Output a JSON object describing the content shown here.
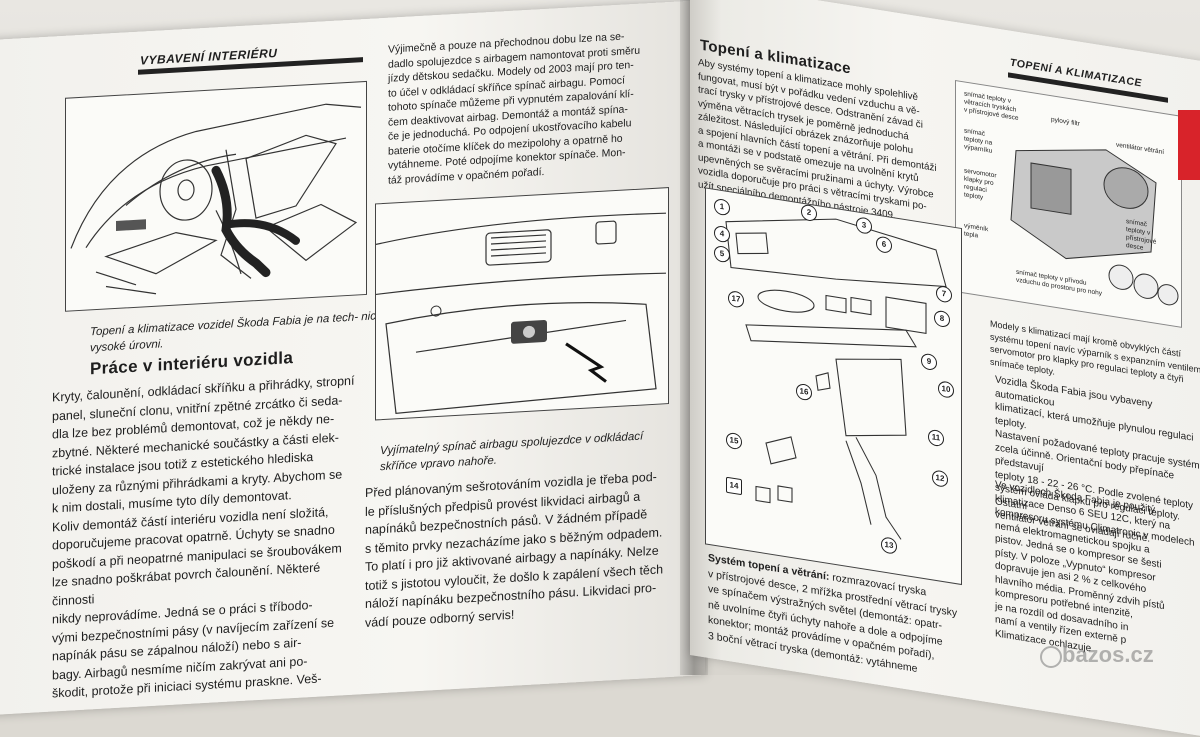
{
  "left_page": {
    "running_head": "VYBAVENÍ INTERIÉRU",
    "intro_paragraph": "Výjimečně a pouze na přechodnou dobu lze na se-\ndadlo spolujezdce s airbagem namontovat proti směru\njízdy dětskou sedačku. Modely od 2003 mají pro ten-\nto účel v odkládací skříňce spínač airbagu. Pomocí\ntohoto spínače můžeme při vypnutém zapalování klí-\nčem deaktivovat airbag. Demontáž a montáž spína-\nče je jednoduchá. Po odpojení ukostřovacího kabelu\nbaterie otočíme klíček do mezipolohy a opatrně ho\nvytáhneme. Poté odpojíme konektor spínače. Mon-\ntáž provádíme v opačném pořadí.",
    "figure1_caption": "Topení a klimatizace vozidel Škoda Fabia je na tech-\nnicky vysoké úrovni.",
    "figure2_caption": "Vyjímatelný spínač airbagu spolujezdce v odkládací\nskříňce vpravo nahoře.",
    "section_heading": "Práce v interiéru vozidla",
    "body_left": "Kryty, čalounění, odkládací skříňku a přihrádky, stropní\npanel, sluneční clonu, vnitřní zpětné zrcátko či seda-\ndla lze bez problémů demontovat, což je někdy ne-\nzbytné. Některé mechanické součástky a části elek-\ntrické instalace jsou totiž z estetického hlediska\nuloženy za různými přihrádkami a kryty. Abychom se\nk nim dostali, musíme tyto díly demontovat.\nKoliv demontáž částí interiéru vozidla není složitá,\ndoporučujeme pracovat opatrně. Úchyty se snadno\npoškodí a při neopatrné manipulaci se šroubovákem\nlze snadno poškrábat povrch čalounění. Některé činnosti\nnikdy neprovádíme. Jedná se o práci s tříbodo-\nvými bezpečnostními pásy (v navíjecím zařízení se\nnapínák pásu se zápalnou náloží) nebo s air-\nbagy. Airbagů nesmíme ničím zakrývat ani po-\nškodit, protože při iniciaci systému praskne. Veš-",
    "body_right": "Před plánovaným sešrotováním vozidla je třeba pod-\nle příslušných předpisů provést likvidaci airbagů a\nnapínáků bezpečnostních pásů. V žádném případě\ns těmito prvky nezacházíme jako s běžným odpadem.\nTo platí i pro již aktivované airbagy a napínáky. Nelze\ntotiž s jistotou vyloučit, že došlo k zapálení všech těch\nnáloží napínáku bezpečnostního pásu. Likvidaci pro-\nvádí pouze odborný servis!"
  },
  "right_page": {
    "section_title": "Topení a klimatizace",
    "running_head": "TOPENÍ A KLIMATIZACE",
    "intro": "Aby systémy topení a klimatizace mohly spolehlivě\nfungovat, musí být v pořádku vedení vzduchu a vě-\ntrací trysky v přístrojové desce. Odstranění závad či\nvýměna větracích trysek je poměrně jednoduchá\nzáležitost. Následující obrázek znázorňuje polohu\na spojení hlavních částí topení a větrání. Při demontáži\na montáži se v podstatě omezuje na uvolnění krytů\nupevněných se svěracími pružinami a úchyty. Výrobce\nvozidla doporučuje pro práci s větracími tryskami po-\nužít speciálního demontážního nástroje 3409.",
    "diagram_labels": {
      "teplota_vnitrni": "snímač teploty v\nvětracích tryskách\nv přístrojové desce",
      "pylovy_filtr": "pylový filtr",
      "ventilator_vetrani": "ventilátor větrání",
      "snimac_teploty_vyparnik": "snímač\nteploty na\nvýparníku",
      "servomotor": "servomotor\nklapky pro\nregulaci\nteploty",
      "vymenik_tepla": "výměník\ntepla",
      "snimac_pristroj": "snímač\nteploty v\npřístrojové\ndesce",
      "snimac_privod": "snímač teploty v přívodu\nvzduchu do prostoru pro nohy"
    },
    "callout_numbers": [
      "1",
      "2",
      "3",
      "4",
      "5",
      "6",
      "7",
      "8",
      "9",
      "10",
      "11",
      "12",
      "13",
      "14",
      "15",
      "16",
      "17"
    ],
    "caption_right": "Modely s klimatizací mají kromě obvyklých částí\nsystému topení navíc výparník s expanzním ventilem,\nservomotor pro klapky pro regulaci teploty a čtyři snímače teploty.",
    "col2_p1": "Vozidla Škoda Fabia jsou vybaveny automatickou\nklimatizací, která umožňuje plynulou regulaci teploty.\nNastavení požadované teploty pracuje systém\nzcela účinně. Orientační body přepínače představují\nteploty 18 - 22 - 26 °C. Podle zvolené teploty\nsystém ovládá klapku pro regulaci teploty. Ostatní\nventilátor větrání se ovládají ručně.",
    "col2_p2": "Ve vozidlech Škoda Fabia je použitý\nklimatizace Denso 6 SEU 12C, který na\nkompresoru systému Climatronic v modelech\nnemá elektromagnetickou spojku a\npistov. Jedná se o kompresor se šesti\npísty. V poloze „Vypnuto“ kompresor\ndopravuje jen asi 2 % z celkového\nhlavního média. Proměnný zdvih pístů\nkompresoru potřebné intenzitě,\nje na rozdíl od dosavadního in\nnamí a ventily řízen externě p\nKlimatizace ochlazuje",
    "bottom_heading": "Systém topení a větrání:",
    "bottom_text": "rozmrazovací tryska\nv přístrojové desce, 2 mřížka prostřední větrací trysky\nve spínačem výstražných světel (demontáž: opatr-\nně uvolníme čtyři úchyty nahoře a dole a odpojíme\nkonektor; montáž provádíme v opačném pořadí),\n3 boční větrací tryska (demontáž: vytáhneme"
  },
  "watermark": "bazos.cz",
  "colors": {
    "paper": "#f4f3ef",
    "ink": "#1e1e1e",
    "red_tab": "#d8232a",
    "background": "#dcd9d2"
  }
}
